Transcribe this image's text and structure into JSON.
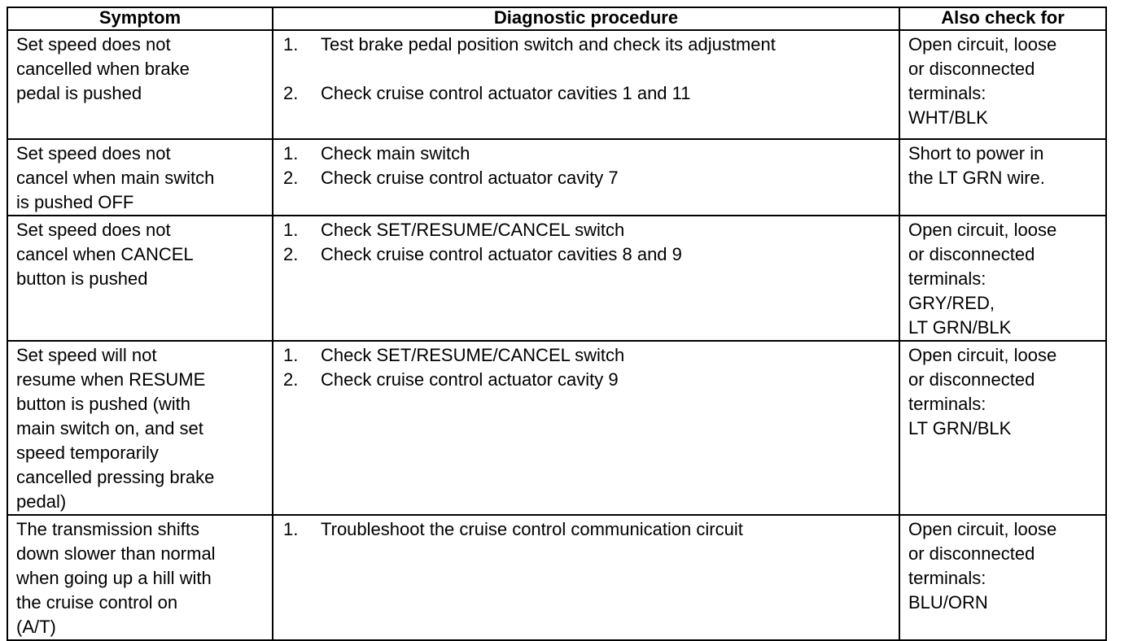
{
  "table": {
    "headers": {
      "symptom": "Symptom",
      "procedure": "Diagnostic procedure",
      "also_check": "Also check for"
    },
    "rows": [
      {
        "symptom": "Set speed does not\ncancelled when brake\npedal is pushed",
        "steps": [
          {
            "num": "1.",
            "text": "Test brake pedal position switch and check its adjustment"
          },
          {
            "num": "2.",
            "text": "Check cruise control actuator cavities 1 and 11"
          }
        ],
        "also_check": "Open circuit, loose\nor disconnected\nterminals:\nWHT/BLK"
      },
      {
        "symptom": "Set speed does not\ncancel when main switch\nis pushed OFF",
        "steps": [
          {
            "num": "1.",
            "text": "Check main switch"
          },
          {
            "num": "2.",
            "text": "Check cruise control actuator cavity 7"
          }
        ],
        "also_check": "Short to power in\nthe LT GRN wire."
      },
      {
        "symptom": "Set speed does not\ncancel when CANCEL\nbutton is pushed",
        "steps": [
          {
            "num": "1.",
            "text": "Check SET/RESUME/CANCEL switch"
          },
          {
            "num": "2.",
            "text": "Check cruise control actuator cavities 8 and 9"
          }
        ],
        "also_check": "Open circuit, loose\nor disconnected\nterminals:\nGRY/RED,\nLT GRN/BLK"
      },
      {
        "symptom": "Set speed will not\nresume when RESUME\nbutton is pushed (with\nmain switch on, and set\nspeed temporarily\ncancelled pressing brake\npedal)",
        "steps": [
          {
            "num": "1.",
            "text": "Check SET/RESUME/CANCEL switch"
          },
          {
            "num": "2.",
            "text": "Check cruise control actuator cavity 9"
          }
        ],
        "also_check": "Open circuit, loose\nor disconnected\nterminals:\nLT GRN/BLK"
      },
      {
        "symptom": "The transmission shifts\ndown slower than normal\nwhen going up a hill with\nthe cruise control on\n(A/T)",
        "steps": [
          {
            "num": "1.",
            "text": "Troubleshoot the cruise control communication circuit"
          }
        ],
        "also_check": "Open circuit, loose\nor disconnected\nterminals:\nBLU/ORN"
      }
    ]
  }
}
